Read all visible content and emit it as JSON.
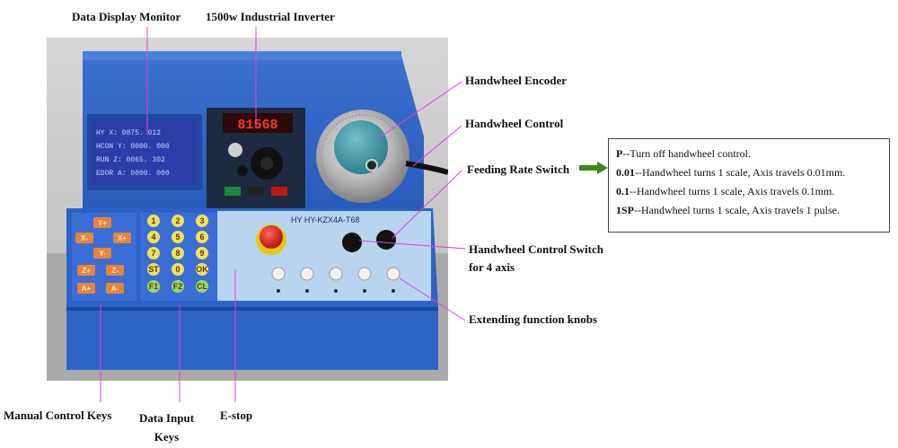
{
  "labels": {
    "data_display_monitor": "Data Display Monitor",
    "inverter": "1500w Industrial Inverter",
    "handwheel_encoder": "Handwheel Encoder",
    "handwheel_control": "Handwheel Control",
    "feeding_rate_switch": "Feeding Rate Switch",
    "handwheel_control_switch_line1": "Handwheel Control Switch",
    "handwheel_control_switch_line2": "for 4 axis",
    "extending_function_knobs": "Extending function knobs",
    "manual_control_keys": "Manual Control Keys",
    "data_input_keys_line1": "Data Input",
    "data_input_keys_line2": "Keys",
    "estop": "E-stop"
  },
  "legend": [
    {
      "key": "P",
      "text": "--Turn off handwheel control."
    },
    {
      "key": "0.01",
      "text": "--Handwheel turns 1 scale, Axis travels 0.01mm."
    },
    {
      "key": "0.1",
      "text": "--Handwheel turns 1 scale, Axis travels 0.1mm."
    },
    {
      "key": "1SP",
      "text": "--Handwheel turns 1 scale, Axis travels 1 pulse."
    }
  ],
  "device": {
    "inverter_display": "81568",
    "panel_brand": "HY",
    "panel_model": "HY-KZX4A-T68",
    "lcd_lines": [
      "HY    X: 0875.  012",
      "HCON  Y: 0000.  000",
      "RUN   Z: 0065.  302",
      "EDOR  A: 0000.  000"
    ],
    "manual_keys": [
      "Y+",
      "X-",
      "X+",
      "Y-",
      "Z+",
      "Z-",
      "A+",
      "A-"
    ],
    "data_keys": [
      "1",
      "2",
      "3",
      "4",
      "5",
      "6",
      "7",
      "8",
      "9",
      "ST",
      "0",
      "OK",
      "F1",
      "F2",
      "CL"
    ]
  },
  "colors": {
    "panel_blue": "#2a5fc0",
    "panel_light": "#b8d4ee",
    "pointer": "#e040e0",
    "arrow": "#3a8a1a",
    "estop_red": "#e01a10"
  }
}
